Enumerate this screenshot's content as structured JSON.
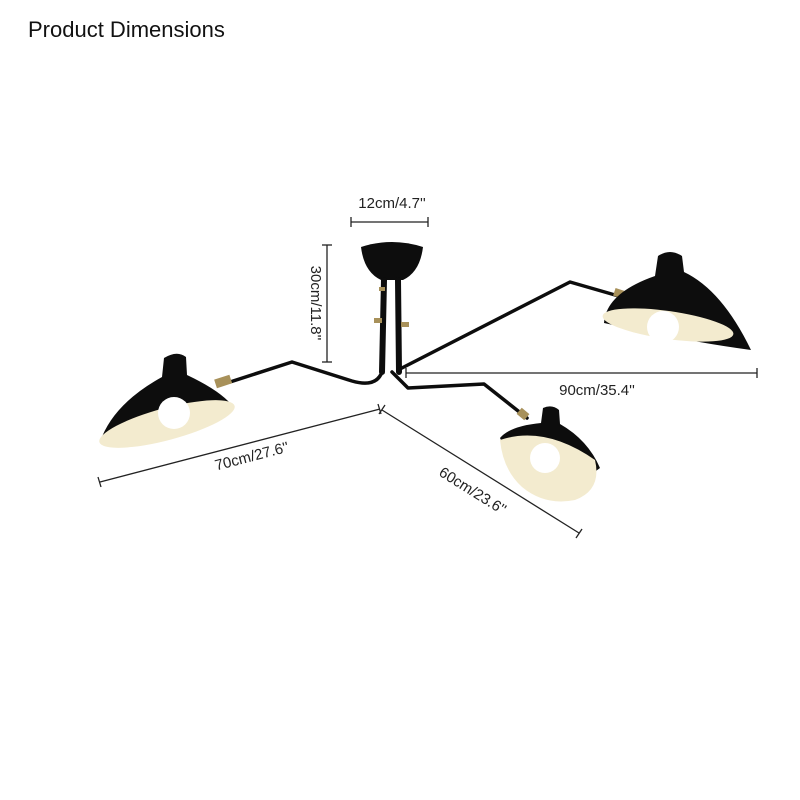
{
  "title": "Product Dimensions",
  "dimensions": {
    "canopy_width": "12cm/4.7''",
    "drop_height": "30cm/11.8''",
    "right_arm": "90cm/35.4''",
    "left_arm": "70cm/27.6''",
    "front_arm": "60cm/23.6''"
  },
  "colors": {
    "metal": "#0d0d0d",
    "shade_inner": "#f3ebcf",
    "bulb": "#ffffff",
    "joint": "#a8915a",
    "dimension_line": "#222222"
  }
}
